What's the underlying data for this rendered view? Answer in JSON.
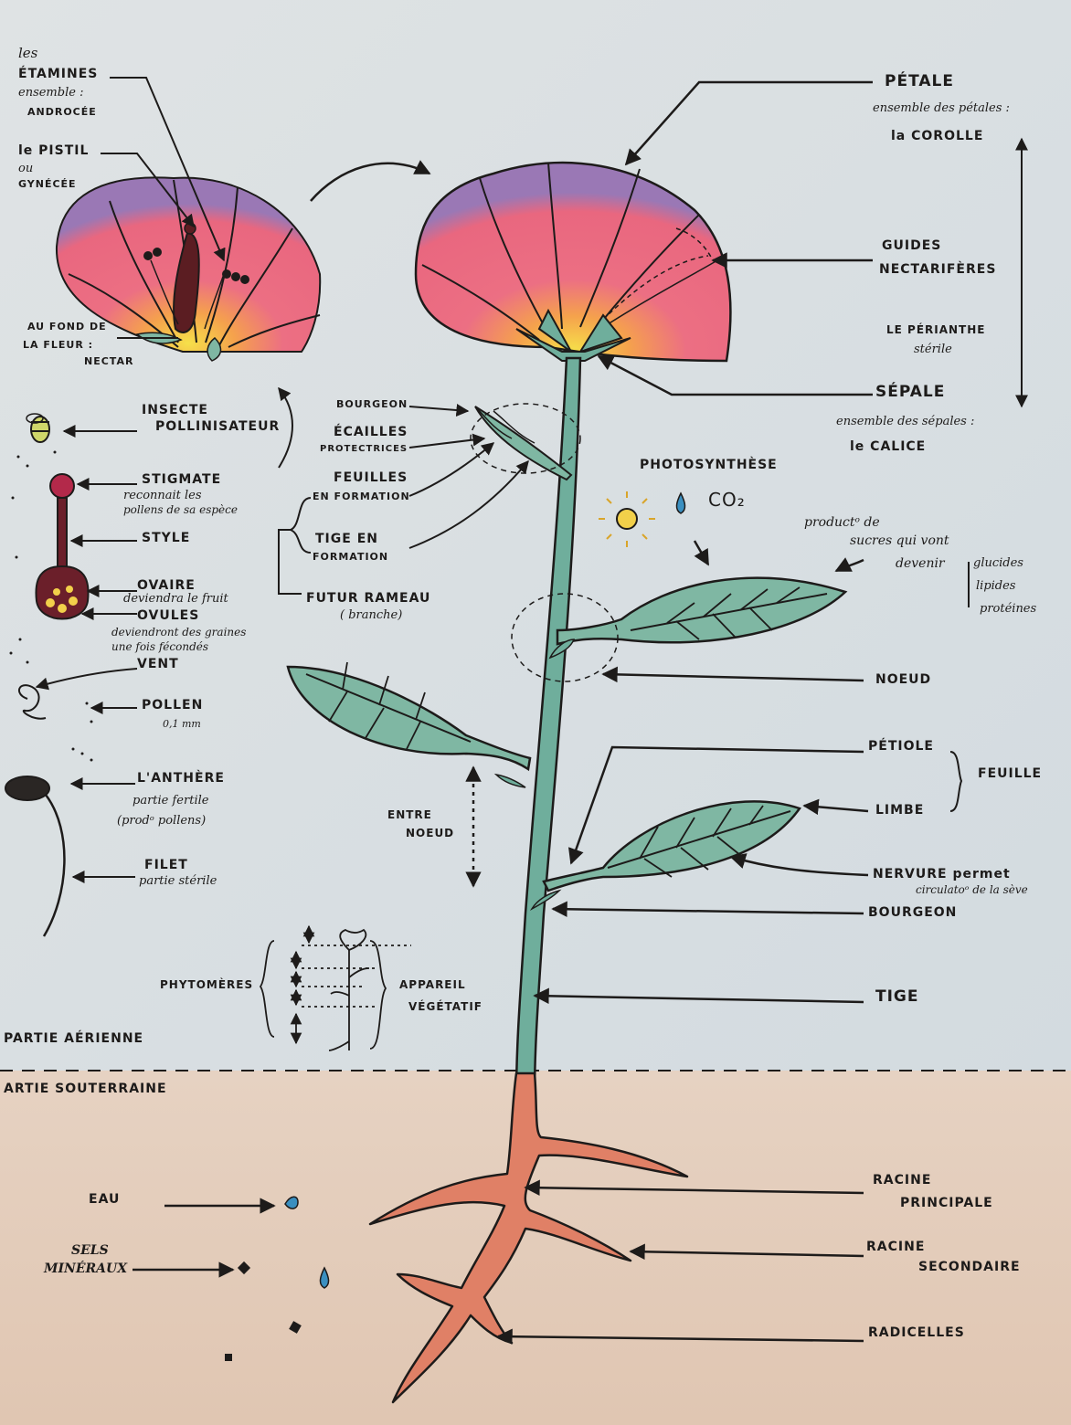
{
  "labels": {
    "etamines_1": "les",
    "etamines_2": "ÉTAMINES",
    "etamines_3": "ensemble :",
    "etamines_4": "ANDROCÉE",
    "pistil_1": "le PISTIL",
    "pistil_2": "ou",
    "pistil_3": "GYNÉCÉE",
    "fond_1": "AU FOND DE",
    "fond_2": "LA FLEUR :",
    "fond_3": "NECTAR",
    "insecte_1": "INSECTE",
    "insecte_2": "POLLINISATEUR",
    "stigmate": "STIGMATE",
    "stigmate_sub_1": "reconnait les",
    "stigmate_sub_2": "pollens de sa espèce",
    "style": "STYLE",
    "ovaire": "OVAIRE",
    "ovaire_sub": "deviendra le fruit",
    "ovules": "OVULES",
    "ovules_sub_1": "deviendront des graines",
    "ovules_sub_2": "une fois fécondés",
    "vent": "VENT",
    "pollen": "POLLEN",
    "pollen_sub": "0,1 mm",
    "anthere": "L'ANTHÈRE",
    "anthere_sub_1": "partie fertile",
    "anthere_sub_2": "(prodᵒ pollens)",
    "filet": "FILET",
    "filet_sub": "partie stérile",
    "phytomeres": "PHYTOMÈRES",
    "appareil_1": "APPAREIL",
    "appareil_2": "VÉGÉTATIF",
    "partie_aerienne": "PARTIE AÉRIENNE",
    "partie_souterraine": "ARTIE SOUTERRAINE",
    "eau": "EAU",
    "sels_1": "SELS",
    "sels_2": "MINÉRAUX",
    "bourgeon_top": "BOURGEON",
    "ecailles_1": "ÉCAILLES",
    "ecailles_2": "PROTECTRICES",
    "feuilles_form_1": "FEUILLES",
    "feuilles_form_2": "EN FORMATION",
    "tige_form_1": "TIGE EN",
    "tige_form_2": "FORMATION",
    "futur_1": "FUTUR RAMEAU",
    "futur_2": "( branche)",
    "entre_1": "ENTRE",
    "entre_2": "NOEUD",
    "petale": "PÉTALE",
    "petale_sub_1": "ensemble des pétales :",
    "petale_sub_2": "la COROLLE",
    "guides_1": "GUIDES",
    "guides_2": "NECTARIFÈRES",
    "perianthe_1": "LE PÉRIANTHE",
    "perianthe_2": "stérile",
    "sepale": "SÉPALE",
    "sepale_sub_1": "ensemble des sépales :",
    "sepale_sub_2": "le CALICE",
    "photosynthese": "PHOTOSYNTHÈSE",
    "co2": "CO₂",
    "product_1": "productᵒ de",
    "product_2": "sucres qui vont",
    "product_3": "devenir",
    "glucides": "glucides",
    "lipides": "lipides",
    "proteines": "protéines",
    "noeud": "NOEUD",
    "petiole": "PÉTIOLE",
    "limbe": "LIMBE",
    "feuille": "FEUILLE",
    "nervure_1": "NERVURE permet",
    "nervure_2": "circulatoᵒ de la sève",
    "bourgeon_bottom": "BOURGEON",
    "tige": "TIGE",
    "racine_p_1": "RACINE",
    "racine_p_2": "PRINCIPALE",
    "racine_s_1": "RACINE",
    "racine_s_2": "SECONDAIRE",
    "radicelles": "RADICELLES"
  },
  "colors": {
    "paper_air": "#d9dfe2",
    "paper_soil": "#e3cfc0",
    "petal": "#ec6f83",
    "petal_edge": "#9a78b5",
    "petal_core": "#f5d34a",
    "leaf": "#7fb7a3",
    "stem": "#6fae9c",
    "root": "#e08066",
    "ink": "#1d1b1a",
    "water": "#3a8fc0"
  }
}
